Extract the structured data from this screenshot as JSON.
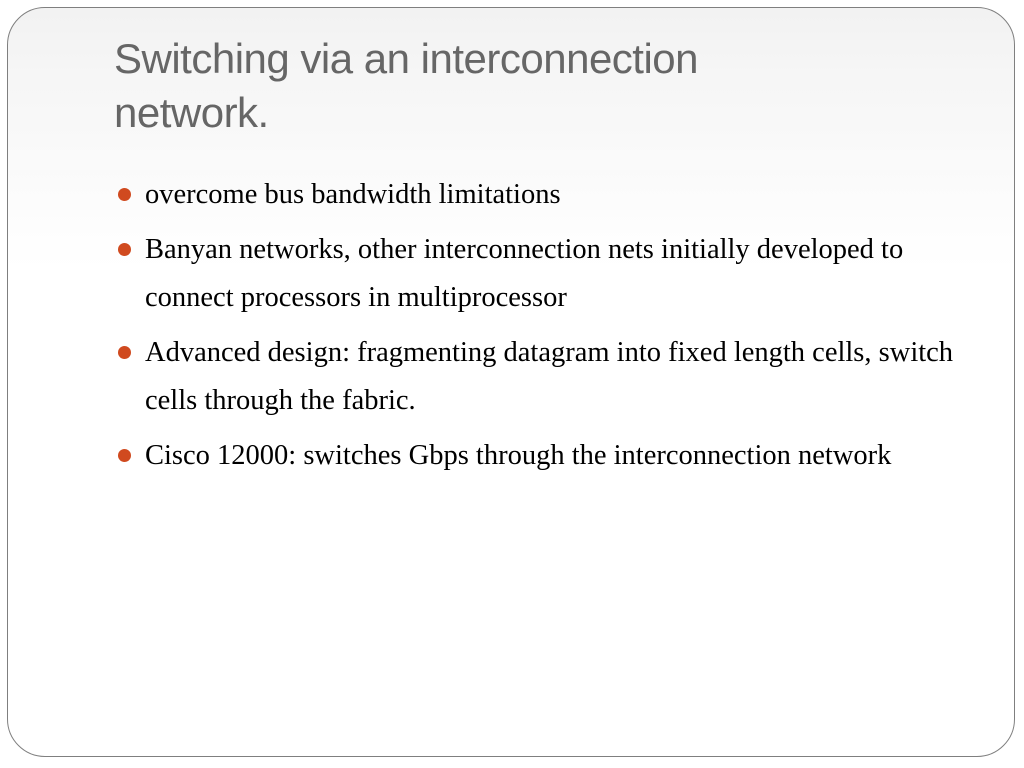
{
  "slide": {
    "title_line1": "Switching via an interconnection",
    "title_line2": "network.",
    "bullet_color": "#d04a1f",
    "bullets": [
      "overcome  bus bandwidth limitations",
      "Banyan networks, other interconnection nets initially developed to connect processors in multiprocessor",
      "Advanced design: fragmenting datagram into fixed length cells, switch cells through the fabric.",
      "Cisco 12000: switches Gbps through the interconnection network"
    ]
  }
}
